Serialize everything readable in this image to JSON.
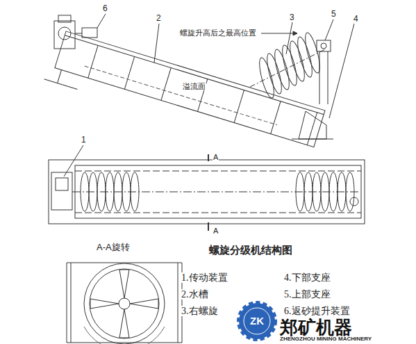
{
  "diagram": {
    "title": "螺旋分级机结构图",
    "labels": [
      "6",
      "2",
      "螺旋升高后之最高位置",
      "3",
      "5",
      "4",
      "溢流面",
      "1",
      "A",
      "A",
      "A-A旋转",
      "1.传动装置",
      "4.下部支座",
      "2.水槽",
      "5.上部支座",
      "3.右螺旋",
      "6.返砂提升装置",
      "ZK",
      "郑矿机器",
      "ZHENGZHOU MINING MACHINERY"
    ]
  }
}
